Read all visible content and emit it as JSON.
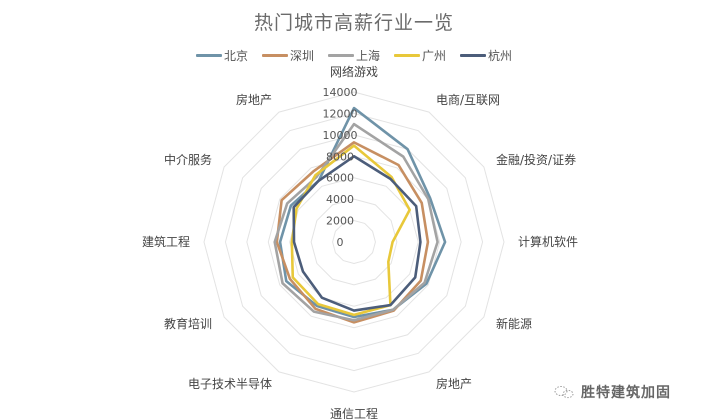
{
  "chart_data": {
    "type": "radar",
    "title": "热门城市高薪行业一览",
    "categories": [
      "网络游戏",
      "电商/互联网",
      "金融/投资/证券",
      "计算机软件",
      "新能源",
      "房地产",
      "通信工程",
      "电子技术半导体",
      "教育培训",
      "建筑工程",
      "中介服务",
      "房地产"
    ],
    "series": [
      {
        "name": "北京",
        "color": "#6f93a8",
        "values": [
          12500,
          10000,
          8200,
          8500,
          7800,
          7300,
          7000,
          6900,
          7300,
          6900,
          6800,
          6600
        ]
      },
      {
        "name": "深圳",
        "color": "#c78f62",
        "values": [
          9300,
          8300,
          7300,
          6900,
          7200,
          7400,
          7500,
          7200,
          6900,
          7200,
          7800,
          7600
        ]
      },
      {
        "name": "上海",
        "color": "#a3a3a3",
        "values": [
          11000,
          9200,
          8000,
          7800,
          7600,
          7300,
          7300,
          7500,
          7700,
          7400,
          7200,
          7000
        ]
      },
      {
        "name": "广州",
        "color": "#e8c83a",
        "values": [
          9000,
          7000,
          6000,
          3600,
          3700,
          6800,
          6800,
          6700,
          6600,
          5800,
          6200,
          7200
        ]
      },
      {
        "name": "杭州",
        "color": "#4c5d7a",
        "values": [
          8000,
          6800,
          6700,
          6200,
          6600,
          6800,
          6400,
          6000,
          5500,
          5600,
          6500,
          6600
        ]
      }
    ],
    "rlim": [
      0,
      14000
    ],
    "ticks": [
      0,
      2000,
      4000,
      6000,
      8000,
      10000,
      12000,
      14000
    ],
    "grid": true,
    "legend_position": "top"
  },
  "legend": [
    {
      "label": "北京",
      "color": "#6f93a8"
    },
    {
      "label": "深圳",
      "color": "#c78f62"
    },
    {
      "label": "上海",
      "color": "#a3a3a3"
    },
    {
      "label": "广州",
      "color": "#e8c83a"
    },
    {
      "label": "杭州",
      "color": "#4c5d7a"
    }
  ],
  "watermark": {
    "text": "胜特建筑加固"
  }
}
